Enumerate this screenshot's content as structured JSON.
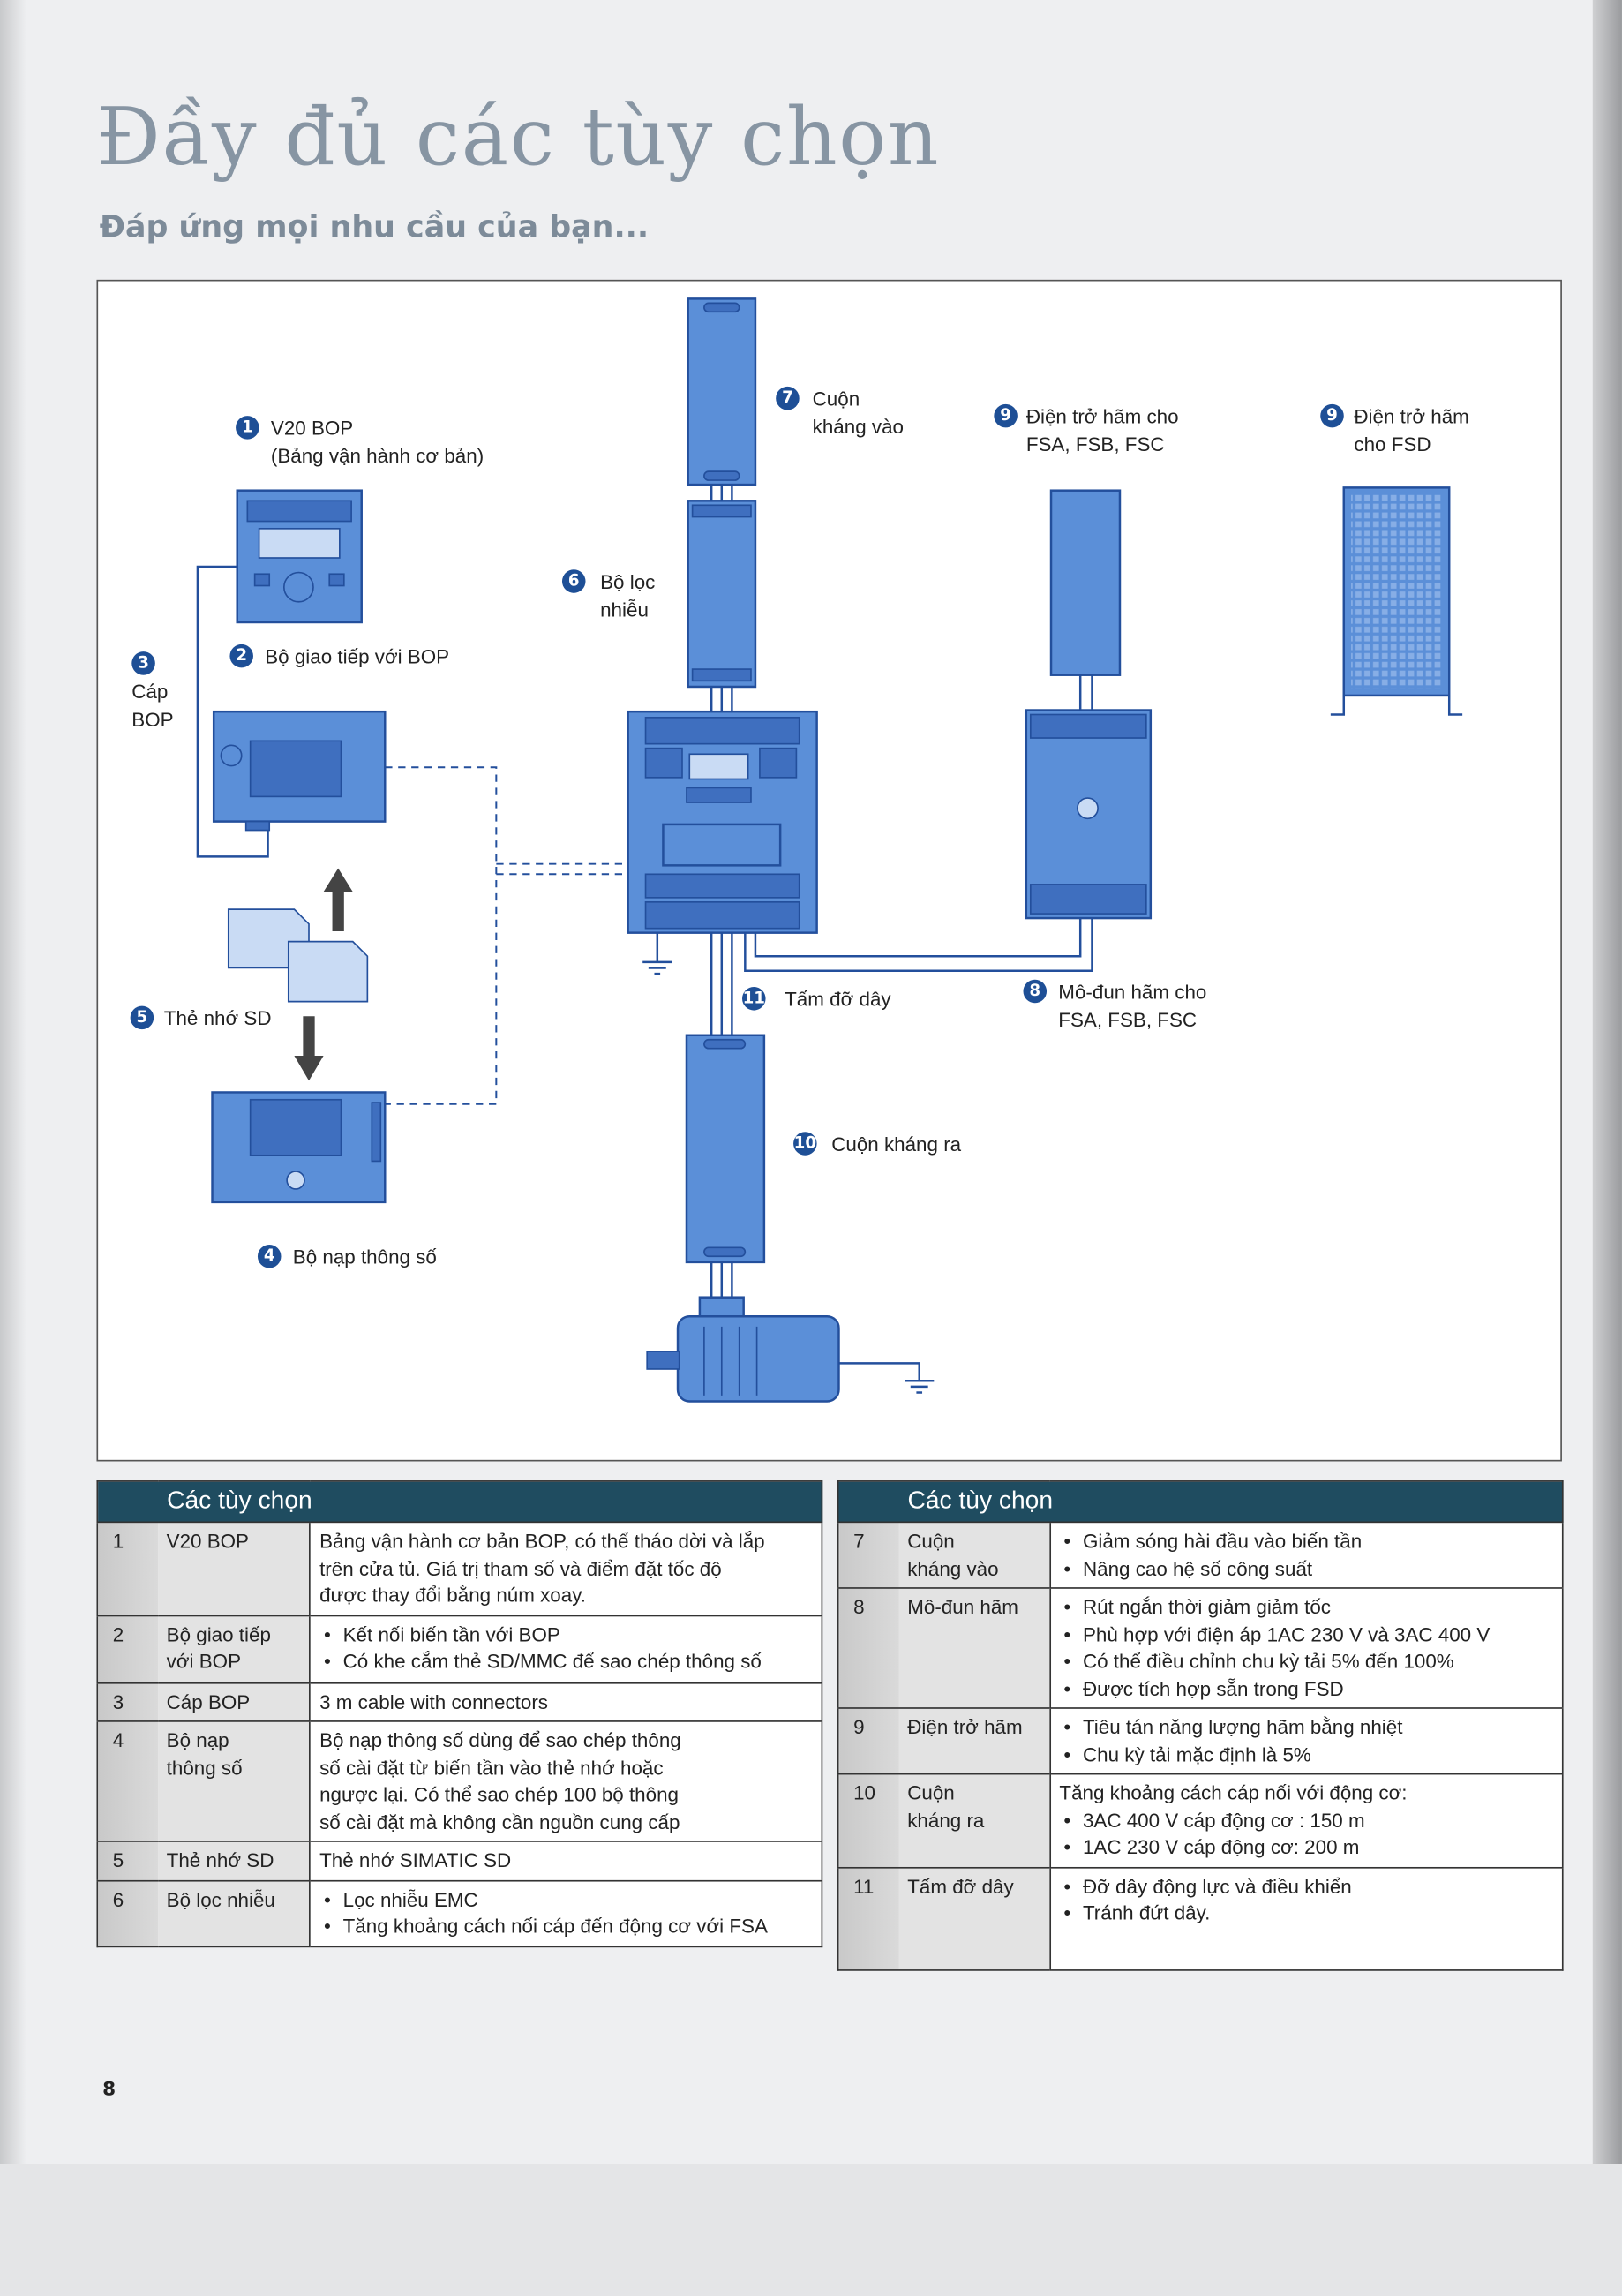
{
  "title": "Đầy đủ các tùy chọn",
  "subtitle": "Đáp ứng mọi nhu cầu của bạn...",
  "diagram": {
    "labels": [
      {
        "num": "1",
        "lines": [
          "V20 BOP",
          "(Bảng vận hành cơ bản)"
        ]
      },
      {
        "num": "2",
        "lines": [
          "Bộ giao tiếp với BOP"
        ]
      },
      {
        "num": "3",
        "lines": [
          "Cáp",
          "BOP"
        ]
      },
      {
        "num": "4",
        "lines": [
          "Bộ nạp thông số"
        ]
      },
      {
        "num": "5",
        "lines": [
          "Thẻ nhớ SD"
        ]
      },
      {
        "num": "6",
        "lines": [
          "Bộ lọc",
          "nhiễu"
        ]
      },
      {
        "num": "7",
        "lines": [
          "Cuộn",
          "kháng vào"
        ]
      },
      {
        "num": "9",
        "lines": [
          "Điện trở hãm cho",
          "FSA, FSB, FSC"
        ]
      },
      {
        "num": "9",
        "lines": [
          "Điện trở hãm",
          "cho FSD"
        ]
      },
      {
        "num": "8",
        "lines": [
          "Mô-đun hãm cho",
          "FSA, FSB, FSC"
        ]
      },
      {
        "num": "11",
        "lines": [
          "Tấm đỡ dây"
        ]
      },
      {
        "num": "10",
        "lines": [
          "Cuộn kháng ra"
        ]
      }
    ]
  },
  "tables": [
    {
      "header": "Các tùy chọn",
      "rows": [
        {
          "num": "1",
          "label": [
            "V20 BOP"
          ],
          "text": [
            "Bảng vận hành cơ bản BOP, có thể tháo dời và lắp",
            "trên cửa tủ. Giá trị tham số và điểm đặt tốc độ",
            "được thay đổi bằng núm xoay."
          ],
          "bullets": []
        },
        {
          "num": "2",
          "label": [
            "Bộ giao tiếp",
            "với BOP"
          ],
          "text": [],
          "bullets": [
            "Kết nối biến tần với BOP",
            "Có khe cắm thẻ SD/MMC để sao chép thông số"
          ]
        },
        {
          "num": "3",
          "label": [
            "Cáp BOP"
          ],
          "text": [
            "3 m cable with connectors"
          ],
          "bullets": []
        },
        {
          "num": "4",
          "label": [
            "Bộ nạp",
            "thông số"
          ],
          "text": [
            "Bộ nạp thông số dùng để sao chép thông",
            "số cài đặt từ biến tần vào thẻ nhớ hoặc",
            "ngược lại. Có thể sao chép 100 bộ thông",
            "số cài đặt mà không cần nguồn cung cấp"
          ],
          "bullets": []
        },
        {
          "num": "5",
          "label": [
            "Thẻ nhớ SD"
          ],
          "text": [
            "Thẻ nhớ SIMATIC SD"
          ],
          "bullets": []
        },
        {
          "num": "6",
          "label": [
            "Bộ lọc nhiễu"
          ],
          "text": [],
          "bullets": [
            "Lọc nhiễu EMC",
            "Tăng khoảng cách nối cáp đến động cơ với FSA"
          ]
        }
      ]
    },
    {
      "header": "Các tùy chọn",
      "rows": [
        {
          "num": "7",
          "label": [
            "Cuộn",
            "kháng vào"
          ],
          "text": [],
          "bullets": [
            "Giảm sóng hài đầu vào biến tần",
            "Nâng cao hệ số công suất"
          ]
        },
        {
          "num": "8",
          "label": [
            "Mô-đun hãm"
          ],
          "text": [],
          "bullets": [
            "Rút ngắn thời giảm giảm tốc",
            "Phù hợp với điện áp 1AC 230 V và 3AC 400 V",
            "Có thể điều chỉnh chu kỳ tải 5% đến 100%",
            "Được tích hợp sẵn trong FSD"
          ]
        },
        {
          "num": "9",
          "label": [
            "Điện trở hãm"
          ],
          "text": [],
          "bullets": [
            "Tiêu tán năng lượng hãm bằng nhiệt",
            "Chu kỳ tải mặc định là 5%"
          ]
        },
        {
          "num": "10",
          "label": [
            "Cuộn",
            "kháng ra"
          ],
          "text": [
            "Tăng khoảng cách cáp nối với động cơ:"
          ],
          "bullets": [
            "3AC 400 V cáp động cơ : 150 m",
            "1AC 230 V cáp động cơ: 200 m"
          ]
        },
        {
          "num": "11",
          "label": [
            "Tấm đỡ dây"
          ],
          "text": [],
          "bullets": [
            "Đỡ dây động lực và điều khiển",
            "Tránh đứt dây."
          ]
        }
      ]
    }
  ],
  "page_number": "8",
  "colors": {
    "equipment": "#5b8fd8",
    "equipment_stroke": "#234f9c",
    "table_header": "#1f4c60",
    "badge": "#1e4f96"
  }
}
